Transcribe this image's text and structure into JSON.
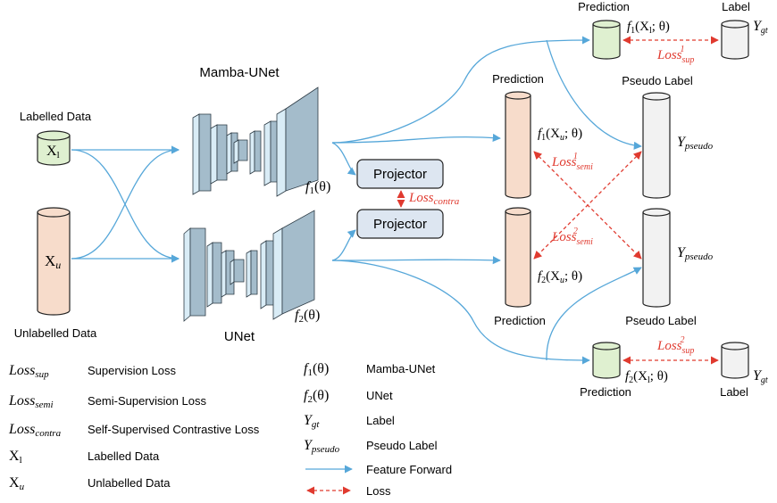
{
  "colors": {
    "arrow": "#56a7d9",
    "loss": "#e03a2f",
    "labelled_fill": "#dff0d0",
    "unlabelled_fill": "#f7dccb",
    "pred_fill": "#f7dccb",
    "pseudo_fill": "#f2f2f2",
    "gt_fill": "#f2f2f2",
    "projector_fill": "#dde6f1",
    "block_dark": "#a4bccb",
    "block_light": "#d9ecf6"
  },
  "inputs": {
    "labelled_caption": "Labelled Data",
    "labelled_symbol": "X",
    "labelled_sub": "l",
    "unlabelled_caption": "Unlabelled Data",
    "unlabelled_symbol": "X",
    "unlabelled_sub": "u"
  },
  "networks": {
    "top_title": "Mamba-UNet",
    "bottom_title": "UNet",
    "f1": "f",
    "f1_sub": "1",
    "f1_arg": "(θ)",
    "f2": "f",
    "f2_sub": "2",
    "f2_arg": "(θ)"
  },
  "projectors": {
    "top": "Projector",
    "bottom": "Projector",
    "loss_contra": "Loss",
    "loss_contra_sub": "contra"
  },
  "outputs": {
    "pred_top_small_caption": "Prediction",
    "pred_top_small_expr": "f",
    "pred_top_small_expr_sub": "1",
    "pred_top_small_expr_arg": "(X",
    "pred_top_small_expr_arg_sub": "l",
    "pred_top_small_expr_tail": "; θ)",
    "label_top_caption": "Label",
    "label_top_symbol": "Y",
    "label_top_sub": "gt",
    "loss_sup1": "Loss",
    "loss_sup1_sub": "sup",
    "loss_sup1_sup": "1",
    "pred_mid_top_caption": "Prediction",
    "pred_mid_top_expr": "f",
    "pred_mid_top_expr_sub": "1",
    "pred_mid_top_expr_arg": "(X",
    "pred_mid_top_expr_arg_sub": "u",
    "pred_mid_top_expr_tail": "; θ)",
    "pseudo_top_caption": "Pseudo Label",
    "pseudo_top_symbol": "Y",
    "pseudo_top_sub": "pseudo",
    "loss_semi1": "Loss",
    "loss_semi1_sub": "semi",
    "loss_semi1_sup": "1",
    "loss_semi2": "Loss",
    "loss_semi2_sub": "semi",
    "loss_semi2_sup": "2",
    "pred_mid_bot_caption": "Prediction",
    "pred_mid_bot_expr": "f",
    "pred_mid_bot_expr_sub": "2",
    "pred_mid_bot_expr_arg": "(X",
    "pred_mid_bot_expr_arg_sub": "u",
    "pred_mid_bot_expr_tail": "; θ)",
    "pseudo_bot_caption": "Pseudo Label",
    "pseudo_bot_symbol": "Y",
    "pseudo_bot_sub": "pseudo",
    "pred_bot_small_caption": "Prediction",
    "pred_bot_small_expr": "f",
    "pred_bot_small_expr_sub": "2",
    "pred_bot_small_expr_arg": "(X",
    "pred_bot_small_expr_arg_sub": "l",
    "pred_bot_small_expr_tail": "; θ)",
    "label_bot_caption": "Label",
    "label_bot_symbol": "Y",
    "label_bot_sub": "gt",
    "loss_sup2": "Loss",
    "loss_sup2_sub": "sup",
    "loss_sup2_sup": "2"
  },
  "legend": {
    "items": [
      {
        "sym": "Loss",
        "sub": "sup",
        "desc": "Supervision Loss"
      },
      {
        "sym": "Loss",
        "sub": "semi",
        "desc": "Semi-Supervision Loss"
      },
      {
        "sym": "Loss",
        "sub": "contra",
        "desc": "Self-Supervised Contrastive Loss"
      },
      {
        "sym": "X",
        "sub": "l",
        "desc": "Labelled Data"
      },
      {
        "sym": "X",
        "sub": "u",
        "desc": "Unlabelled Data"
      },
      {
        "sym": "f",
        "sub": "1",
        "arg": "(θ)",
        "desc": "Mamba-UNet"
      },
      {
        "sym": "f",
        "sub": "2",
        "arg": "(θ)",
        "desc": "UNet"
      },
      {
        "sym": "Y",
        "sub": "gt",
        "desc": "Label"
      },
      {
        "sym": "Y",
        "sub": "pseudo",
        "desc": "Pseudo Label"
      },
      {
        "desc": "Feature Forward"
      },
      {
        "desc": "Loss"
      }
    ]
  }
}
